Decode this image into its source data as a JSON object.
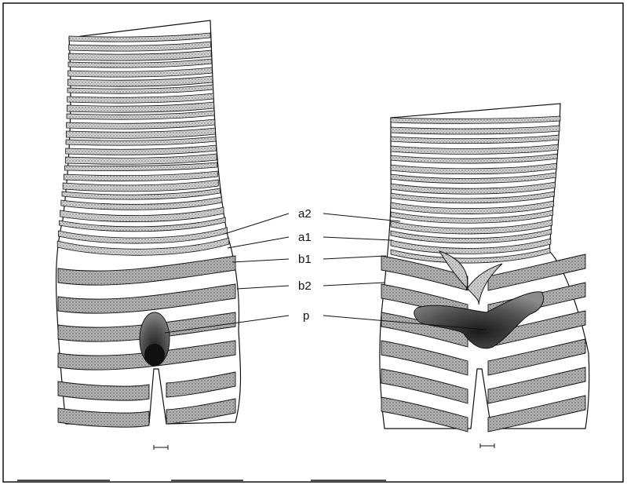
{
  "labels": {
    "a2": "a2",
    "a1": "a1",
    "b1": "b1",
    "b2": "b2",
    "p": "p"
  },
  "colors": {
    "stipple_light": "#c9c9c9",
    "stipple_band": "#aaaaaa",
    "patch_dark": "#6e6e6e",
    "patch_darkest": "#2a2a2a",
    "line": "#111111"
  }
}
